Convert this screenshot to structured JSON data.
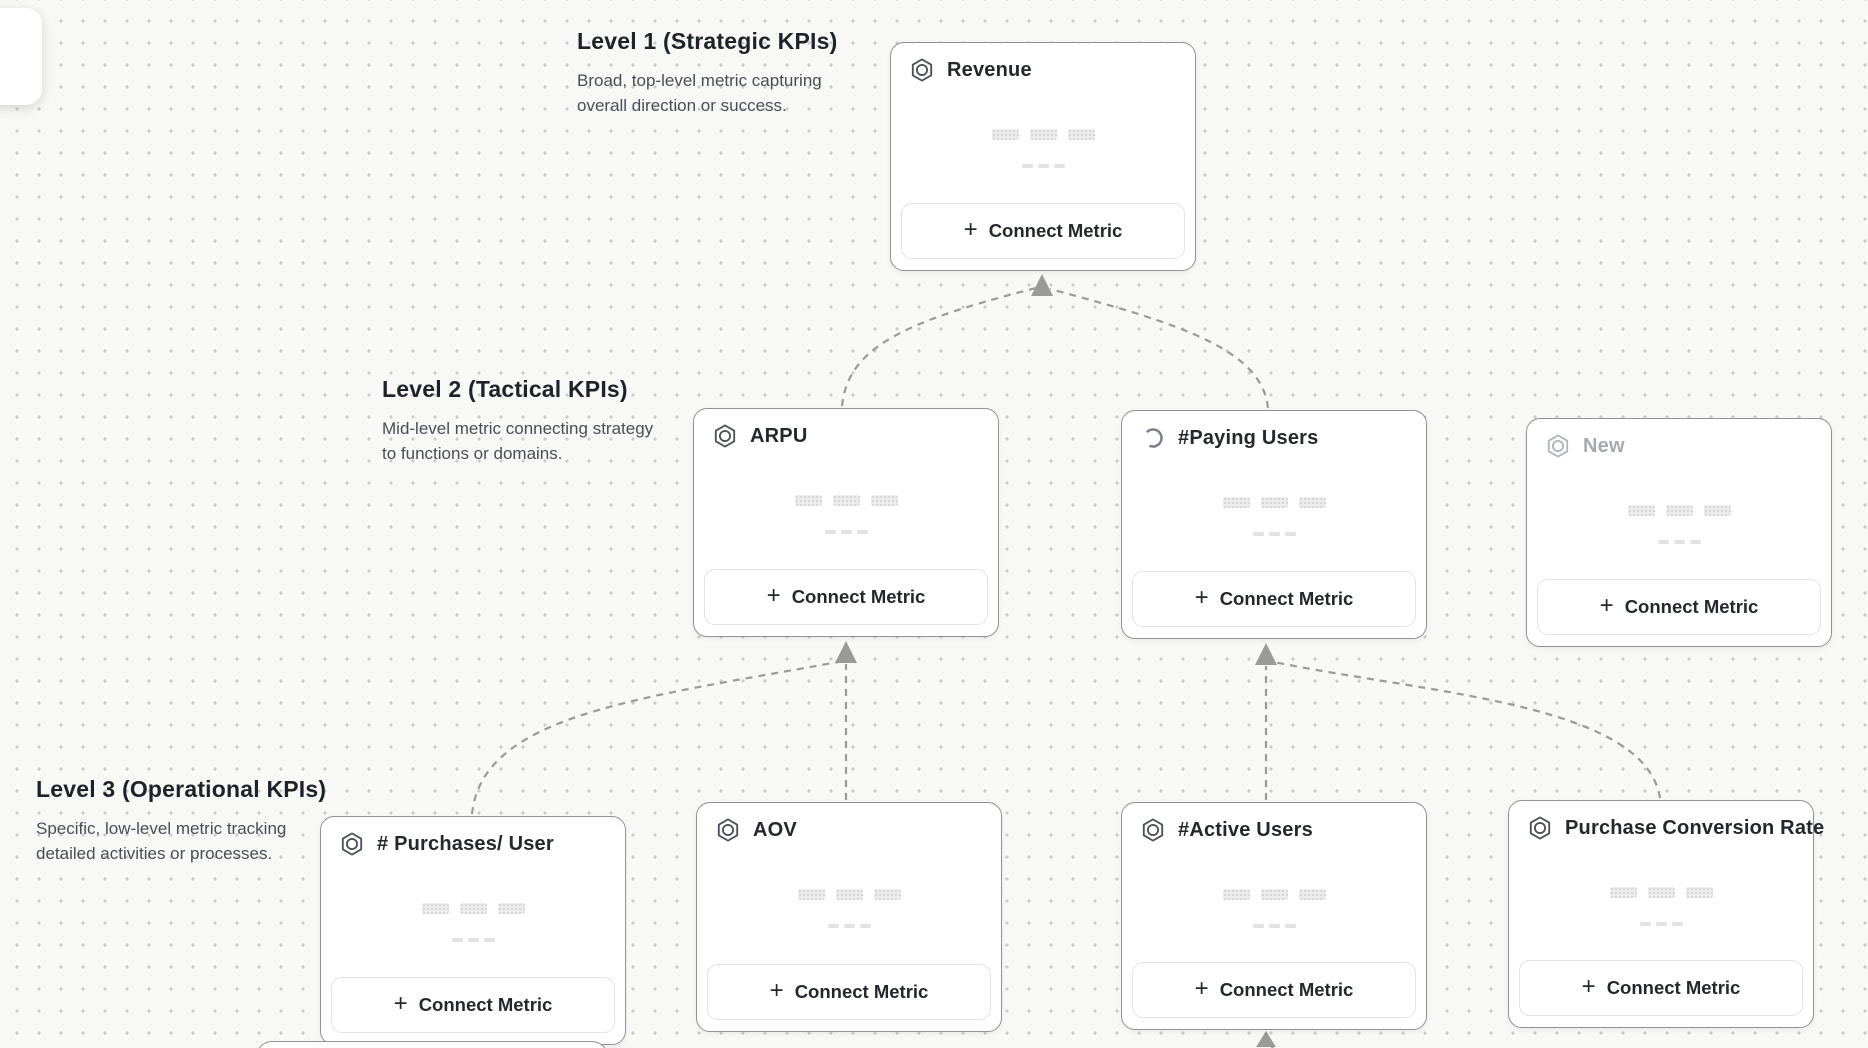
{
  "canvas": {
    "background": "#f8f8f6",
    "dot_color": "#cbcbcb",
    "connector_color": "#9a9a9a",
    "card_border_color": "#8f9296"
  },
  "floating_button": {
    "icon": "pen-icon"
  },
  "levels": [
    {
      "title": "Level 1 (Strategic KPIs)",
      "description": "Broad, top-level metric capturing overall direction or success."
    },
    {
      "title": "Level 2 (Tactical KPIs)",
      "description": "Mid-level metric connecting strategy to functions or domains."
    },
    {
      "title": "Level 3 (Operational KPIs)",
      "description": "Specific, low-level metric tracking detailed activities or processes."
    }
  ],
  "cards": [
    {
      "title": "Revenue",
      "icon": "metric-hexagon-icon",
      "button_label": "Connect Metric"
    },
    {
      "title": "ARPU",
      "icon": "metric-hexagon-icon",
      "button_label": "Connect Metric"
    },
    {
      "title": "#Paying Users",
      "icon": "spinner-icon",
      "button_label": "Connect Metric"
    },
    {
      "title": "New",
      "icon": "metric-hexagon-icon",
      "button_label": "Connect Metric",
      "state": "unnamed"
    },
    {
      "title": "# Purchases/ User",
      "icon": "metric-hexagon-icon",
      "button_label": "Connect Metric"
    },
    {
      "title": "AOV",
      "icon": "metric-hexagon-icon",
      "button_label": "Connect Metric"
    },
    {
      "title": "#Active Users",
      "icon": "metric-hexagon-icon",
      "button_label": "Connect Metric"
    },
    {
      "title": "Purchase Conversion Rate",
      "icon": "metric-hexagon-icon",
      "button_label": "Connect Metric"
    }
  ]
}
